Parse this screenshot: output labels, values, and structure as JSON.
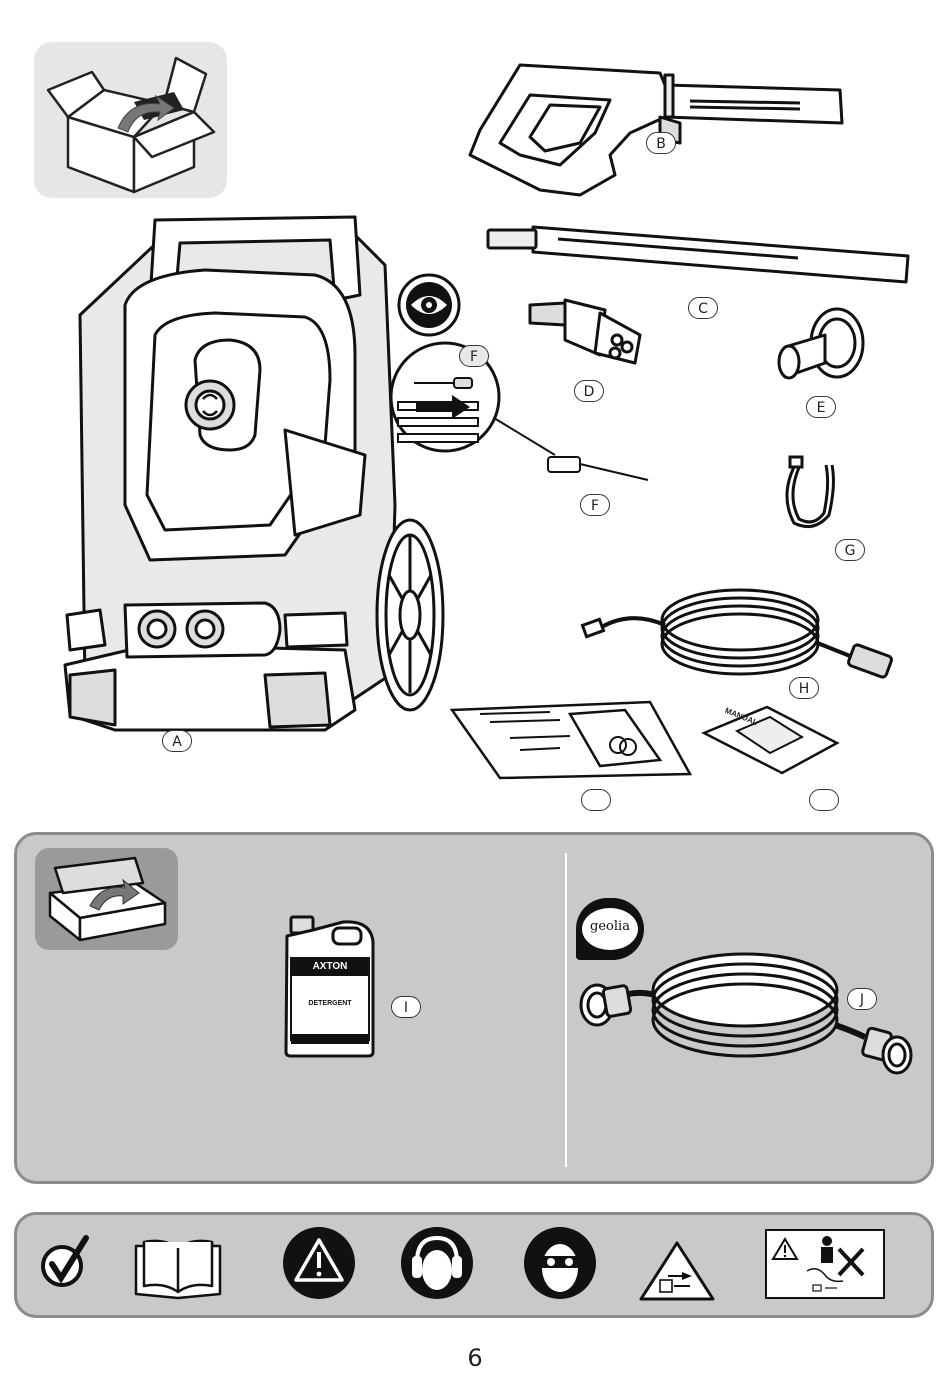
{
  "labels": {
    "a": "A",
    "b": "B",
    "c": "C",
    "d": "D",
    "e": "E",
    "f_inset": "F",
    "f": "F",
    "g": "G",
    "h": "H",
    "blank1": "",
    "blank2": "",
    "i": "I",
    "j": "J"
  },
  "manual_cover": "MANUAL",
  "detergent": {
    "brand": "AXTON",
    "product": "DETERGENT"
  },
  "hose_brand": "geolia",
  "icons": [
    "box-open-icon",
    "reversible-icon",
    "checkmark-icon",
    "read-manual-icon",
    "warning-icon",
    "ear-protection-icon",
    "eye-protection-icon",
    "electric-shock-warning-icon",
    "safety-label-icon"
  ],
  "page_number": "6"
}
